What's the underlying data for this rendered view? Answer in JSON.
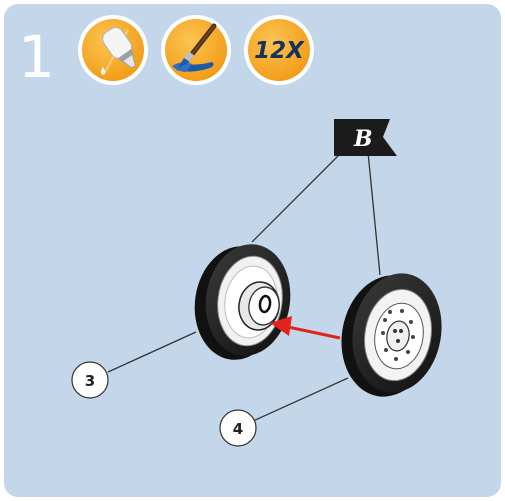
{
  "instruction_step": {
    "step_number": "1",
    "badges": [
      {
        "icon": "glue-bottle-icon"
      },
      {
        "icon": "paintbrush-icon"
      },
      {
        "icon": "quantity-badge",
        "text": "12X"
      }
    ],
    "flag_label": "B",
    "callouts": [
      {
        "part": "3"
      },
      {
        "part": "4"
      }
    ]
  },
  "colors": {
    "panel_background": "#c4d7ea",
    "badge_orange": "#f6a422",
    "badge_border": "#ffffff",
    "badge_text": "#17325e",
    "arrow_red": "#e0231c",
    "tire_black": "#1e1e1e"
  }
}
